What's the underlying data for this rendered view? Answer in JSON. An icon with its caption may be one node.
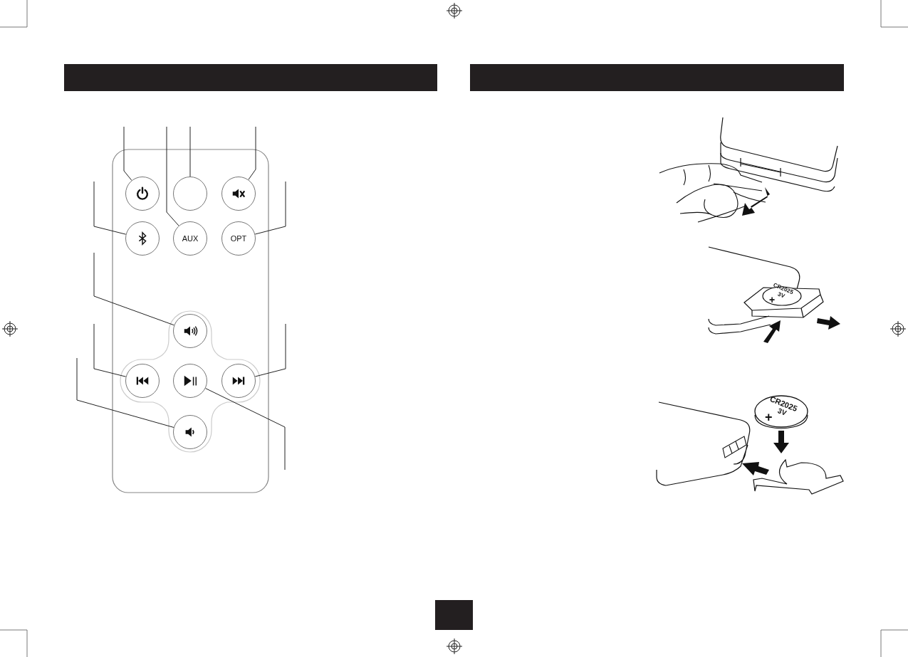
{
  "diagram": {
    "nodes": [
      {
        "text": [],
        "shape": "circle"
      },
      {
        "text": [],
        "shape": "circle"
      },
      {
        "text": [],
        "shape": "circle"
      },
      {
        "text": [],
        "shape": "circle"
      },
      {
        "text": [
          "AUX"
        ]
      },
      {
        "text": [
          "OPT"
        ]
      },
      {
        "text": [],
        "shape": "circle"
      },
      {
        "text": [],
        "shape": "circle"
      },
      {
        "text": [],
        "shape": "circle"
      },
      {
        "text": [],
        "shape": "circle"
      },
      {
        "text": [],
        "shape": "circle"
      }
    ],
    "edges": [
      {
        "from": null,
        "to": 0,
        "arrow": "none"
      },
      {
        "from": null,
        "to": 1,
        "arrow": "none"
      },
      {
        "from": null,
        "to": 2,
        "arrow": "none"
      },
      {
        "from": null,
        "to": 3,
        "arrow": "none"
      },
      {
        "from": null,
        "to": 4,
        "arrow": "none"
      },
      {
        "from": null,
        "to": 5,
        "arrow": "none"
      },
      {
        "from": null,
        "to": 6,
        "arrow": "none"
      },
      {
        "from": null,
        "to": 7,
        "arrow": "none"
      },
      {
        "from": null,
        "to": 8,
        "arrow": "none"
      },
      {
        "from": null,
        "to": 9,
        "arrow": "none"
      },
      {
        "from": null,
        "to": 10,
        "arrow": "none"
      }
    ],
    "labels": [
      "CR2025",
      "3V",
      "+",
      "CR2025",
      "3V",
      "+"
    ]
  }
}
